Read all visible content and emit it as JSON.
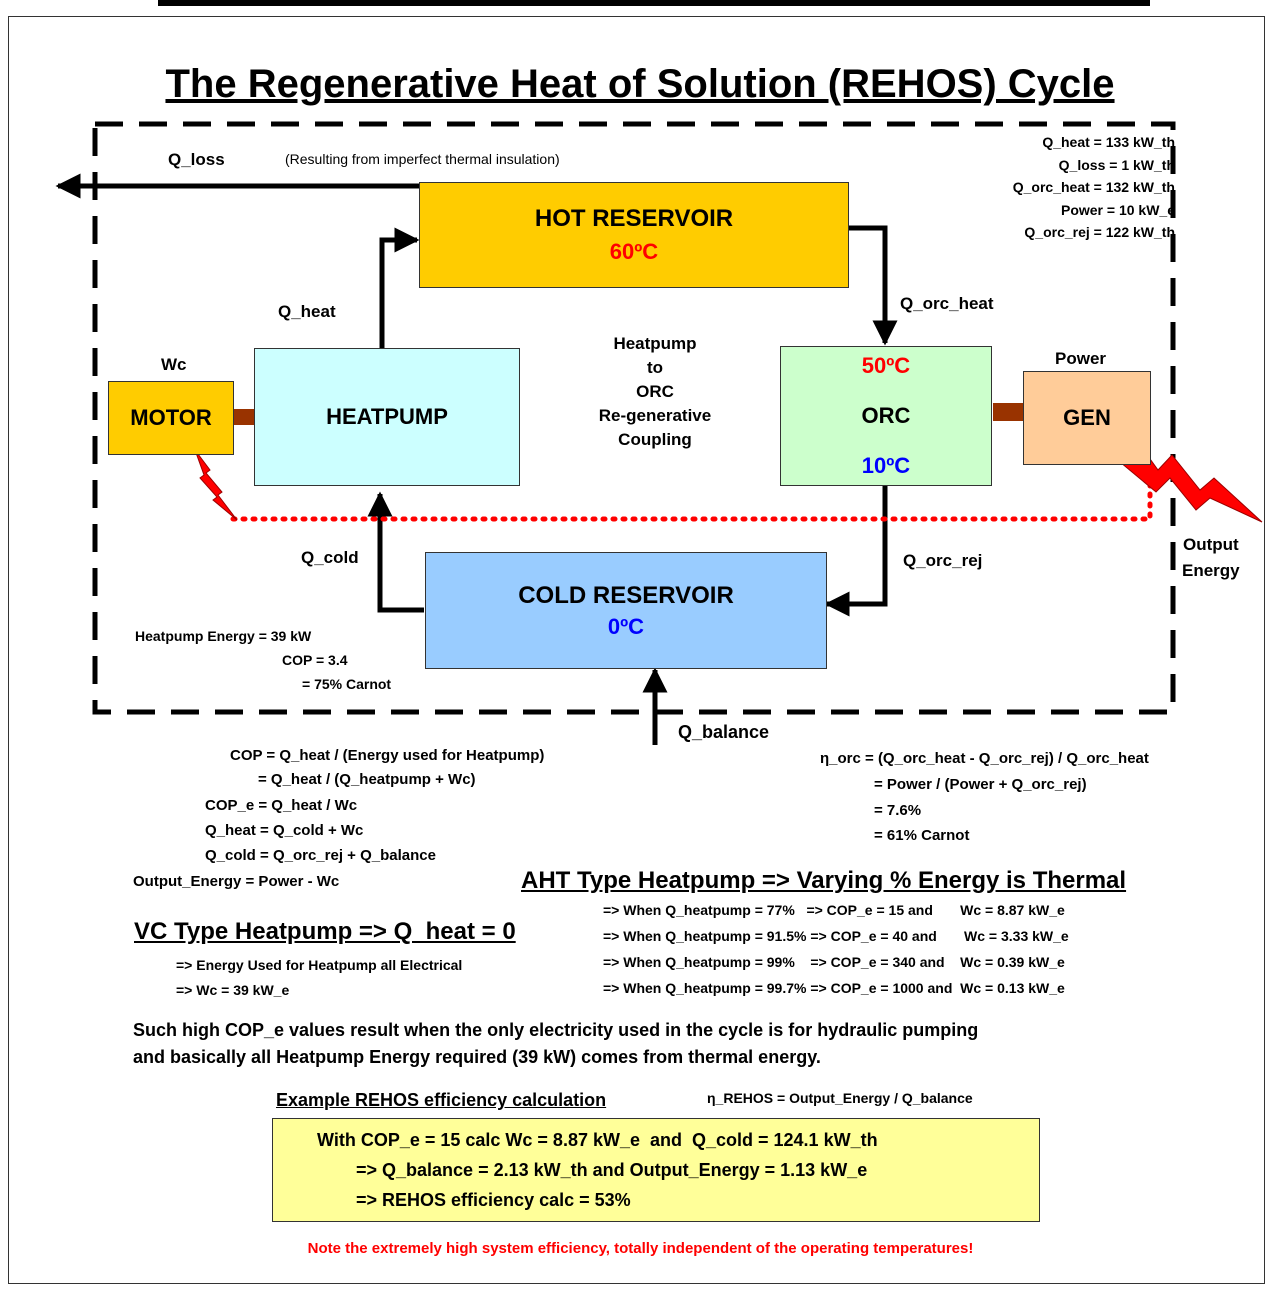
{
  "title": "The Regenerative Heat of Solution (REHOS) Cycle",
  "diagram": {
    "q_loss": "Q_loss",
    "q_loss_note": "(Resulting from imperfect thermal insulation)",
    "hot_reservoir": {
      "label": "HOT RESERVOIR",
      "temp": "60ºC"
    },
    "heatpump": "HEATPUMP",
    "motor": "MOTOR",
    "orc": {
      "label": "ORC",
      "temp_hot": "50ºC",
      "temp_cold": "10ºC"
    },
    "gen": "GEN",
    "cold_reservoir": {
      "label": "COLD RESERVOIR",
      "temp": "0ºC"
    },
    "q_heat": "Q_heat",
    "q_orc_heat": "Q_orc_heat",
    "q_cold": "Q_cold",
    "q_orc_rej": "Q_orc_rej",
    "q_balance": "Q_balance",
    "wc": "Wc",
    "power": "Power",
    "output_energy": [
      "Output",
      "Energy"
    ],
    "center_note": [
      "Heatpump",
      "to",
      "ORC",
      "Re-generative",
      "Coupling"
    ]
  },
  "values": [
    "Q_heat = 133 kW_th",
    "Q_loss = 1 kW_th",
    "Q_orc_heat = 132 kW_th",
    "Power = 10 kW_e",
    "Q_orc_rej = 122 kW_th"
  ],
  "heatpump_stats": [
    "Heatpump Energy = 39 kW",
    "COP = 3.4",
    "= 75% Carnot"
  ],
  "cop_formulas": [
    "COP = Q_heat / (Energy used for Heatpump)",
    "= Q_heat / (Q_heatpump + Wc)",
    "COP_e = Q_heat / Wc",
    "Q_heat = Q_cold + Wc",
    "Q_cold = Q_orc_rej + Q_balance",
    "Output_Energy = Power - Wc"
  ],
  "orc_formulas": [
    "η_orc = (Q_orc_heat - Q_orc_rej) / Q_orc_heat",
    "= Power / (Power + Q_orc_rej)",
    "= 7.6%",
    "= 61% Carnot"
  ],
  "aht": {
    "heading": "AHT Type Heatpump => Varying % Energy is Thermal",
    "rows": [
      "=> When Q_heatpump = 77%   => COP_e = 15 and       Wc = 8.87 kW_e",
      "=> When Q_heatpump = 91.5% => COP_e = 40 and       Wc = 3.33 kW_e",
      "=> When Q_heatpump = 99%    => COP_e = 340 and    Wc = 0.39 kW_e",
      "=> When Q_heatpump = 99.7% => COP_e = 1000 and  Wc = 0.13 kW_e"
    ]
  },
  "vc": {
    "heading": "VC Type Heatpump => Q_heat = 0",
    "rows": [
      "=> Energy Used for Heatpump all Electrical",
      "=> Wc = 39 kW_e"
    ]
  },
  "explanation": [
    "Such high COP_e values result when the only electricity used in the cycle is for hydraulic pumping",
    "and basically all Heatpump Energy required (39 kW) comes from thermal energy."
  ],
  "example": {
    "heading": "Example REHOS efficiency calculation",
    "formula": "η_REHOS = Output_Energy / Q_balance",
    "lines": [
      "With COP_e = 15 calc Wc = 8.87 kW_e  and  Q_cold = 124.1 kW_th",
      "=> Q_balance = 2.13 kW_th and Output_Energy = 1.13 kW_e",
      "=> REHOS efficiency calc = 53%"
    ]
  },
  "note": "Note the extremely high system efficiency, totally independent of the operating temperatures!",
  "colors": {
    "hot_reservoir": "#FFCC00",
    "heatpump": "#CCFFFF",
    "motor": "#FFCC00",
    "orc": "#CCFFCC",
    "gen": "#FFCC99",
    "cold_reservoir": "#99CCFF",
    "example_box": "#FFFF99",
    "red": "#FF0000",
    "blue": "#0000FF",
    "shaft": "#993300"
  }
}
